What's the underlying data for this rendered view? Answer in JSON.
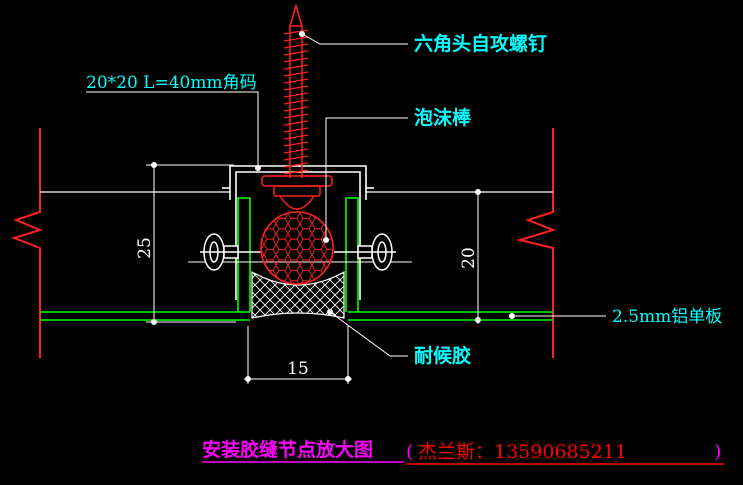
{
  "labels": {
    "screw": "六角头自攻螺钉",
    "angle_code": "20*20 L=40mm角码",
    "foam_rod": "泡沫棒",
    "panel": "2.5mm铝单板",
    "sealant": "耐候胶"
  },
  "dimensions": {
    "height_left": "25",
    "height_right": "20",
    "gap_width": "15"
  },
  "title": {
    "main": "安装胶缝节点放大图",
    "contact_open": "(",
    "contact": "杰兰斯：13590685211",
    "contact_close": ")"
  },
  "colors": {
    "background": "#000000",
    "panel_line": "#00ff00",
    "bracket": "#ffffff",
    "screw": "#ff0000",
    "leader": "#ffffff",
    "label": "#00ffff",
    "title": "#ff00ff",
    "contact": "#ff0000"
  }
}
